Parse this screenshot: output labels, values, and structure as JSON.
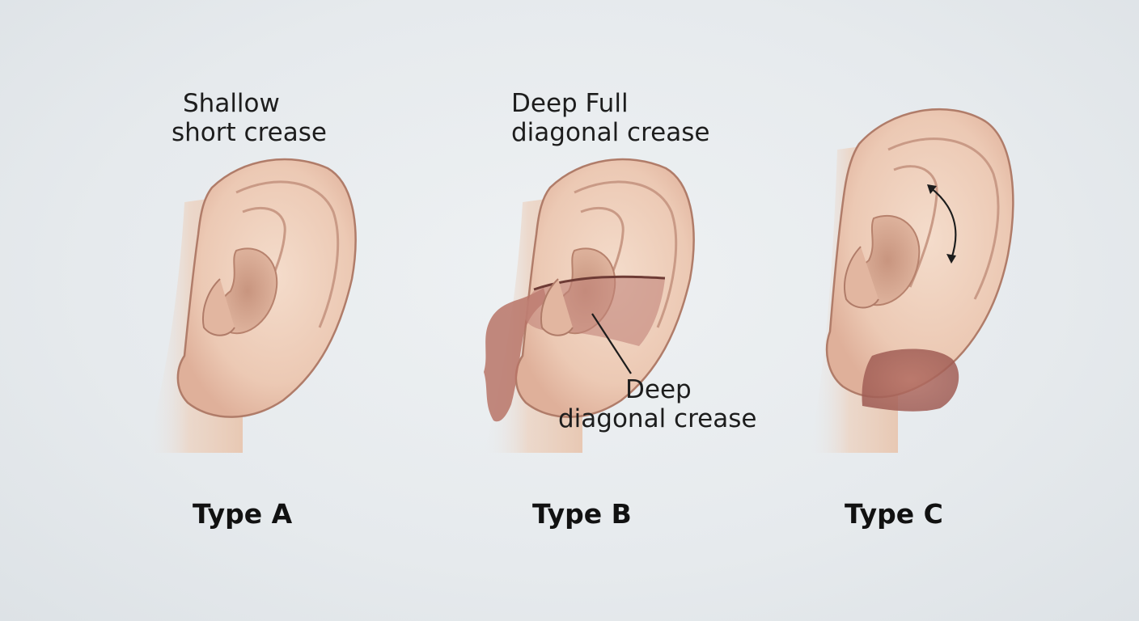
{
  "panels": [
    {
      "type_label": "Type A",
      "annotation": [
        "Shallow",
        "short crease"
      ]
    },
    {
      "type_label": "Type B",
      "annotation": [
        "Deep Full",
        "diagonal crease"
      ],
      "pointer_annotation": [
        "Deep",
        "diagonal crease"
      ]
    },
    {
      "type_label": "Type C"
    }
  ],
  "colors": {
    "background": "#e8ecef",
    "skin": "#efd0bd",
    "skin_shadow": "#d9a994",
    "outline": "#b07c69",
    "crease": "#8c4a43"
  }
}
